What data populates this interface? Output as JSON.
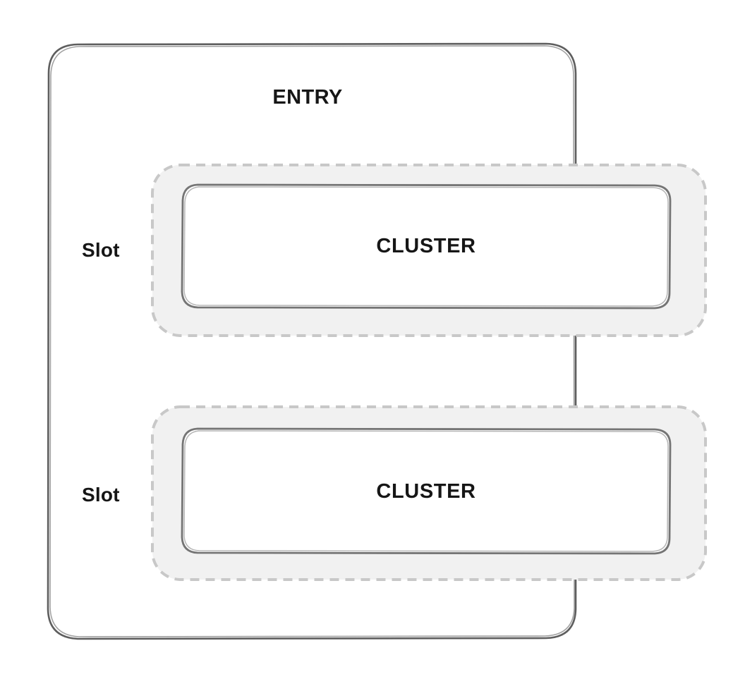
{
  "diagram": {
    "title_label": "ENTRY",
    "entry": {
      "label": "ENTRY",
      "name": "entry-container",
      "stroke_color": "#555555",
      "fill_color": "#ffffff",
      "style": "hand-drawn-rounded-rectangle"
    },
    "slots": [
      {
        "label": "Slot",
        "name": "slot-1",
        "border_style": "dashed",
        "border_color": "#c8c8c8",
        "fill_color": "#f1f1f1",
        "cluster": {
          "label": "CLUSTER",
          "name": "cluster-1",
          "stroke_color": "#6e6e6e",
          "fill_color": "#ffffff",
          "style": "hand-drawn-rounded-rectangle"
        }
      },
      {
        "label": "Slot",
        "name": "slot-2",
        "border_style": "dashed",
        "border_color": "#c8c8c8",
        "fill_color": "#f1f1f1",
        "cluster": {
          "label": "CLUSTER",
          "name": "cluster-2",
          "stroke_color": "#6e6e6e",
          "fill_color": "#ffffff",
          "style": "hand-drawn-rounded-rectangle"
        }
      }
    ],
    "colors": {
      "text": "#161616",
      "entry_stroke": "#555555",
      "cluster_stroke": "#6e6e6e",
      "slot_dash": "#c8c8c8",
      "slot_fill": "#f1f1f1",
      "background": "#ffffff"
    }
  }
}
